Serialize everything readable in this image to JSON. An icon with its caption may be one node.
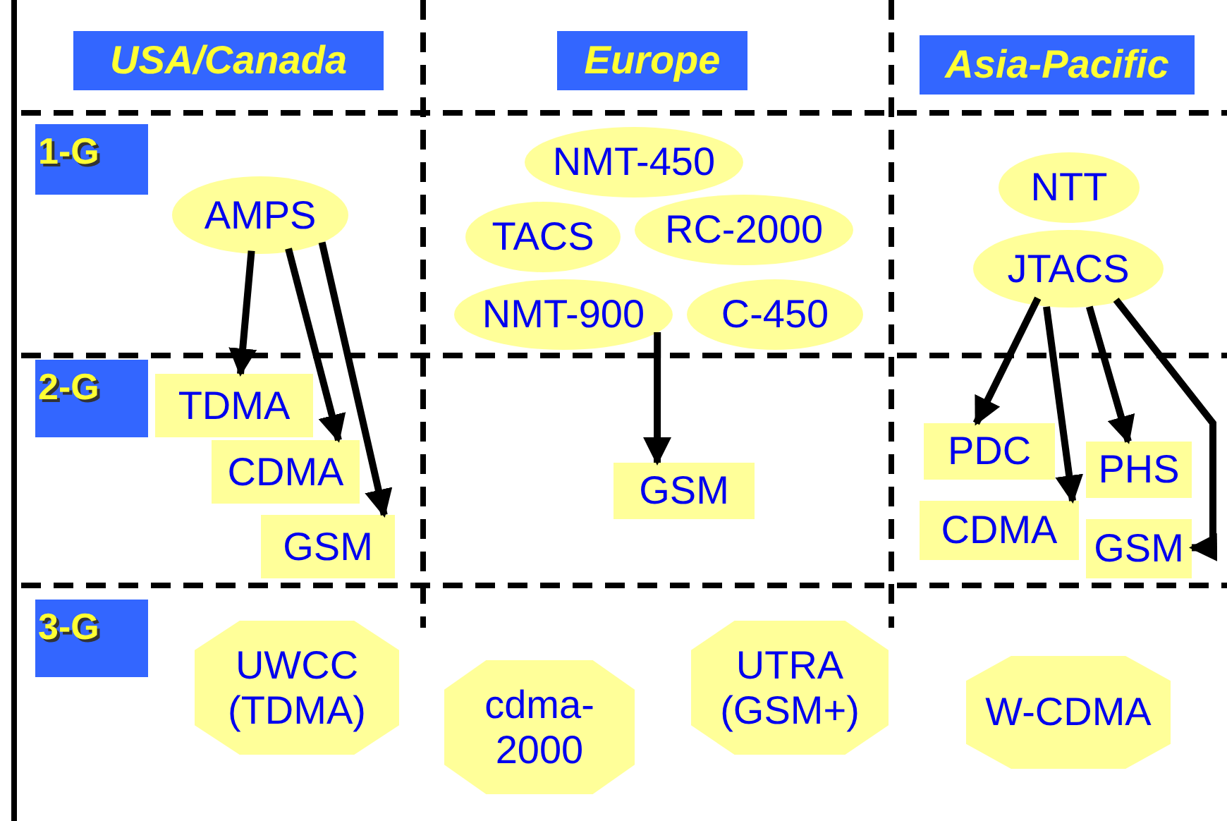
{
  "diagram": {
    "nodes": [
      {
        "text": [
          "USA/Canada"
        ]
      },
      {
        "text": [
          "Europe"
        ]
      },
      {
        "text": [
          "Asia-Pacific"
        ]
      },
      {
        "text": [
          "1-G"
        ]
      },
      {
        "text": [
          "NMT-450"
        ]
      },
      {
        "text": [
          "AMPS"
        ]
      },
      {
        "text": [
          "NTT"
        ]
      },
      {
        "text": [
          "TACS"
        ]
      },
      {
        "text": [
          "RC-2000"
        ]
      },
      {
        "text": [
          "JTACS"
        ]
      },
      {
        "text": [
          "NMT-900"
        ]
      },
      {
        "text": [
          "C-450"
        ]
      },
      {
        "text": [
          "2-G"
        ]
      },
      {
        "text": [
          "TDMA"
        ]
      },
      {
        "text": [
          "CDMA"
        ]
      },
      {
        "text": [
          "PDC"
        ]
      },
      {
        "text": [
          "PHS"
        ]
      },
      {
        "text": [
          "GSM"
        ]
      },
      {
        "text": [
          "GSM"
        ]
      },
      {
        "text": [
          "CDMA"
        ]
      },
      {
        "text": [
          "GSM"
        ]
      },
      {
        "text": [
          "3-G"
        ]
      },
      {
        "text": [
          "UWCC (TDMA)"
        ]
      },
      {
        "text": [
          "UTRA (GSM+)"
        ]
      },
      {
        "text": [
          "cdma-2000"
        ]
      },
      {
        "text": [
          "W-CDMA"
        ]
      }
    ],
    "edges": [
      {
        "from": 5,
        "to": 13,
        "arrow": "to"
      },
      {
        "from": 5,
        "to": 14,
        "arrow": "to"
      },
      {
        "from": 5,
        "to": 18,
        "arrow": "to"
      },
      {
        "from": 10,
        "to": 17,
        "arrow": "to"
      },
      {
        "from": 9,
        "to": 15,
        "arrow": "to"
      },
      {
        "from": 9,
        "to": 19,
        "arrow": "to"
      },
      {
        "from": 9,
        "to": 16,
        "arrow": "to"
      },
      {
        "from": 9,
        "to": 20,
        "arrow": "to"
      }
    ]
  }
}
